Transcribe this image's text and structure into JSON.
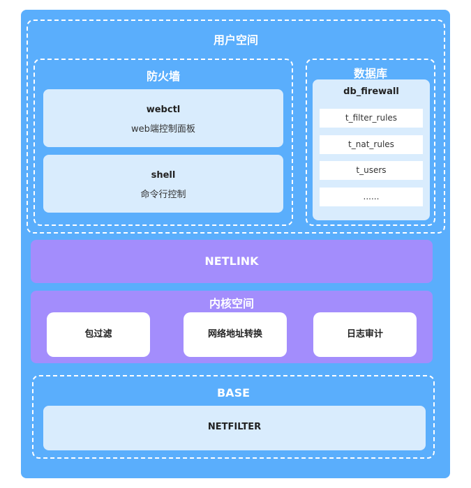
{
  "user_space": {
    "title": "用户空间",
    "firewall": {
      "title": "防火墙",
      "webctl": {
        "name": "webctl",
        "desc": "web端控制面板"
      },
      "shell": {
        "name": "shell",
        "desc": "命令行控制"
      }
    },
    "database": {
      "title": "数据库",
      "db_name": "db_firewall",
      "tables": [
        "t_filter_rules",
        "t_nat_rules",
        "t_users",
        "......"
      ]
    }
  },
  "netlink": {
    "title": "NETLINK"
  },
  "kernel_space": {
    "title": "内核空间",
    "modules": [
      "包过滤",
      "网络地址转换",
      "日志审计"
    ]
  },
  "base": {
    "title": "BASE",
    "netfilter": "NETFILTER"
  },
  "colors": {
    "outer": "#5aaefc",
    "card": "#d9ecfd",
    "purple": "#a38dfc",
    "white": "#ffffff"
  }
}
